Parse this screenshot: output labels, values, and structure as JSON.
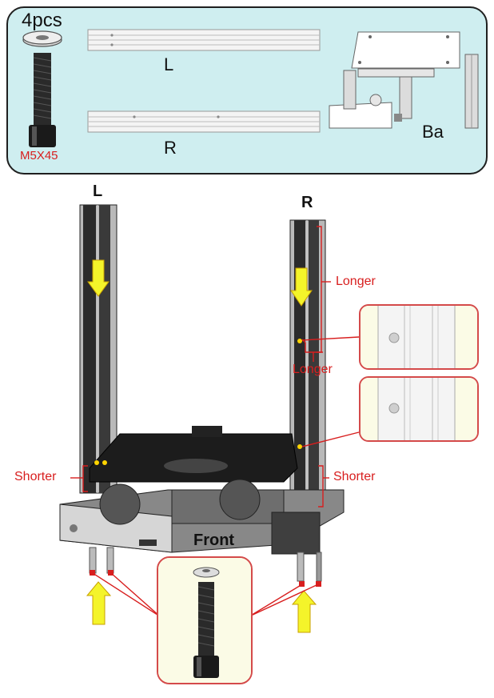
{
  "parts": {
    "screw_qty": "4pcs",
    "screw_spec": "M5X45",
    "profile_left": "L",
    "profile_right": "R",
    "base": "Ba"
  },
  "assembly": {
    "left_label": "L",
    "right_label": "R",
    "front_label": "Front",
    "longer_top": "Longer",
    "longer_mid": "Longer",
    "shorter_left": "Shorter",
    "shorter_right": "Shorter"
  },
  "colors": {
    "panel_bg": "#cfeef0",
    "arrow_yellow": "#f4f42a",
    "callout_red": "#d81e1e",
    "zoom_bg": "#fbfbe6"
  },
  "icons": [
    "screw-icon",
    "washer-icon",
    "down-arrow-icon",
    "up-arrow-icon"
  ]
}
